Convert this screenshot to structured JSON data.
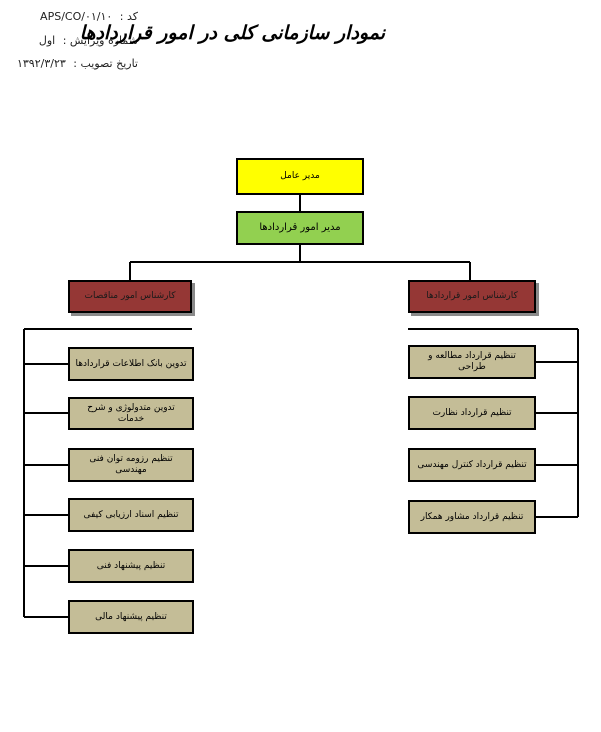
{
  "meta": {
    "code_label": "کد :",
    "code_value": "APS/CO/۰۱/۱۰",
    "revision_label": "شماره ویرایش :",
    "revision_value": "اول",
    "date_label": "تاریخ تصویب :",
    "date_value": "۱۳۹۲/۳/۲۳"
  },
  "title": "نمودار سازمانی کلی در امور قراردادها",
  "chart": {
    "ceo": "مدیر عامل",
    "contracts_manager": "مدیر امور قراردادها",
    "tender_expert": "کارشناس امور مناقصات",
    "contracts_expert": "کارشناس امور قراردادها",
    "tender_tasks": [
      "تدوین بانک اطلاعات قراردادها",
      "تدوین متدولوژی و شرح خدمات",
      "تنظیم رزومه توان فنی مهندسی",
      "تنظیم اسناد ارزیابی کیفی",
      "تنظیم پیشنهاد فنی",
      "تنظیم پیشنهاد مالی"
    ],
    "contract_tasks": [
      "تنظیم قرارداد مطالعه و طراحی",
      "تنظیم قرارداد نظارت",
      "تنظیم قرارداد کنترل مهندسی",
      "تنظیم قرارداد مشاور همکار"
    ]
  },
  "colors": {
    "ceo": "#ffff00",
    "manager": "#92d050",
    "expert": "#953735",
    "task": "#c4bd97"
  }
}
